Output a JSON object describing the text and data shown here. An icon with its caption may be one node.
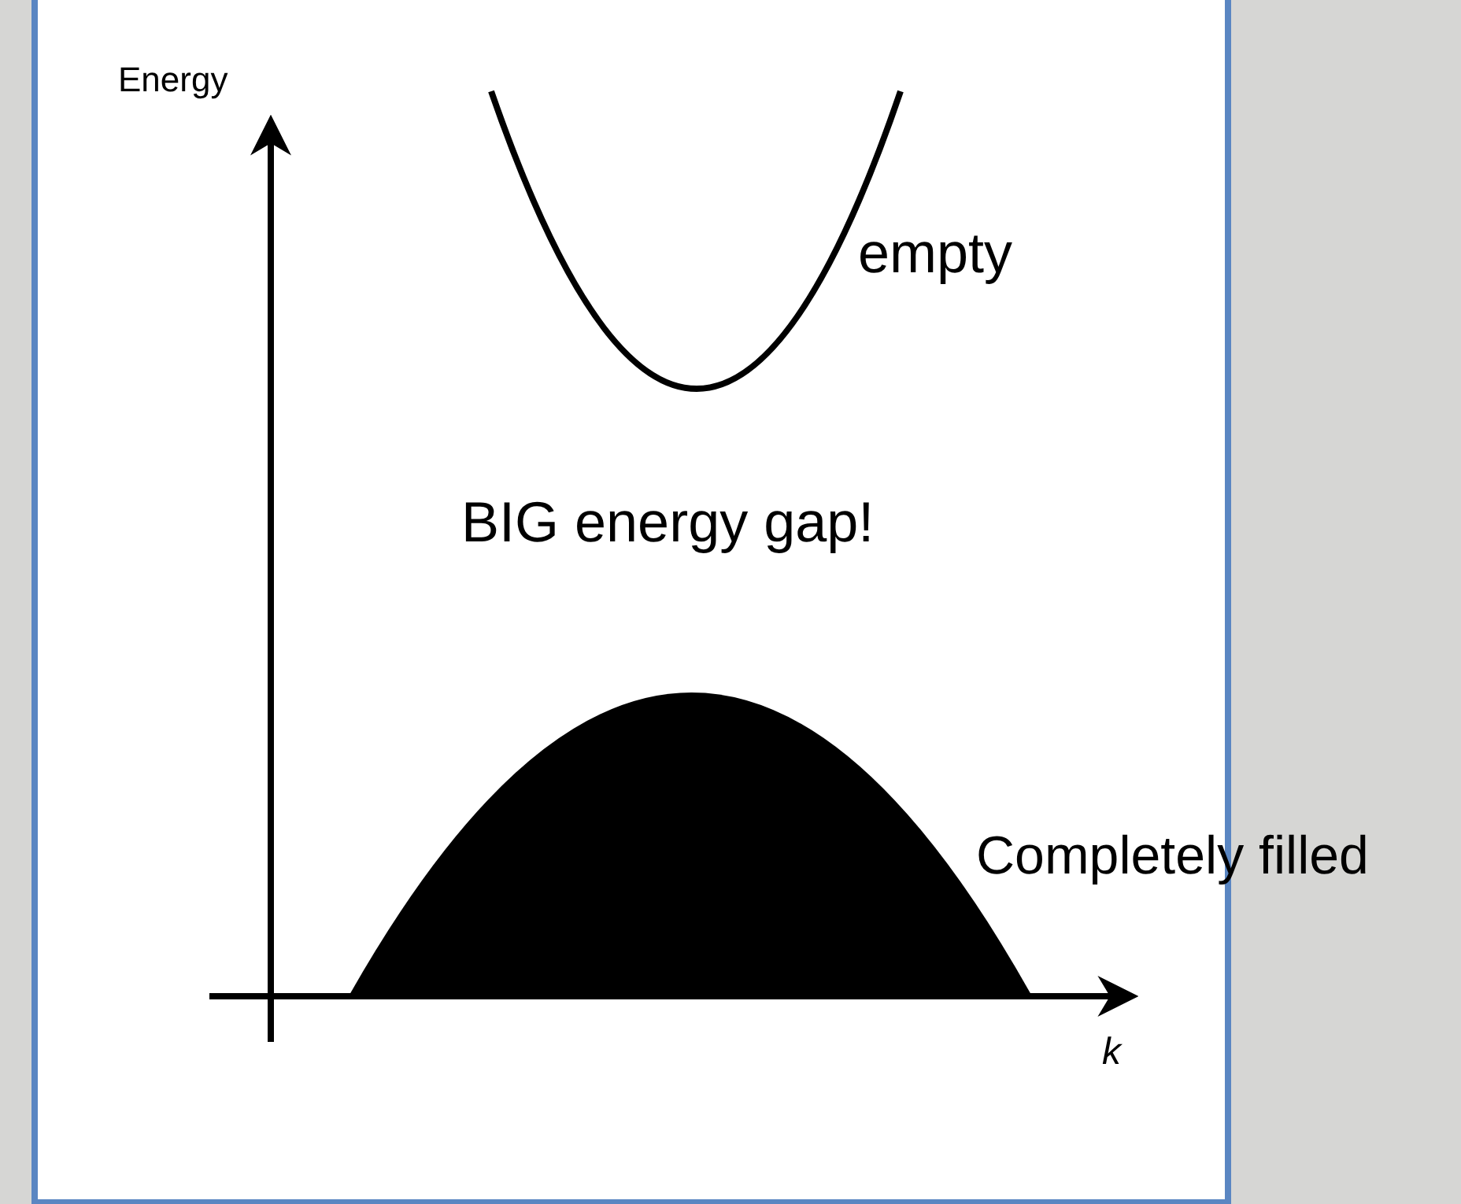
{
  "diagram": {
    "labels": [
      "Energy",
      "empty",
      "BIG energy gap!",
      "Completely filled",
      "k"
    ]
  }
}
